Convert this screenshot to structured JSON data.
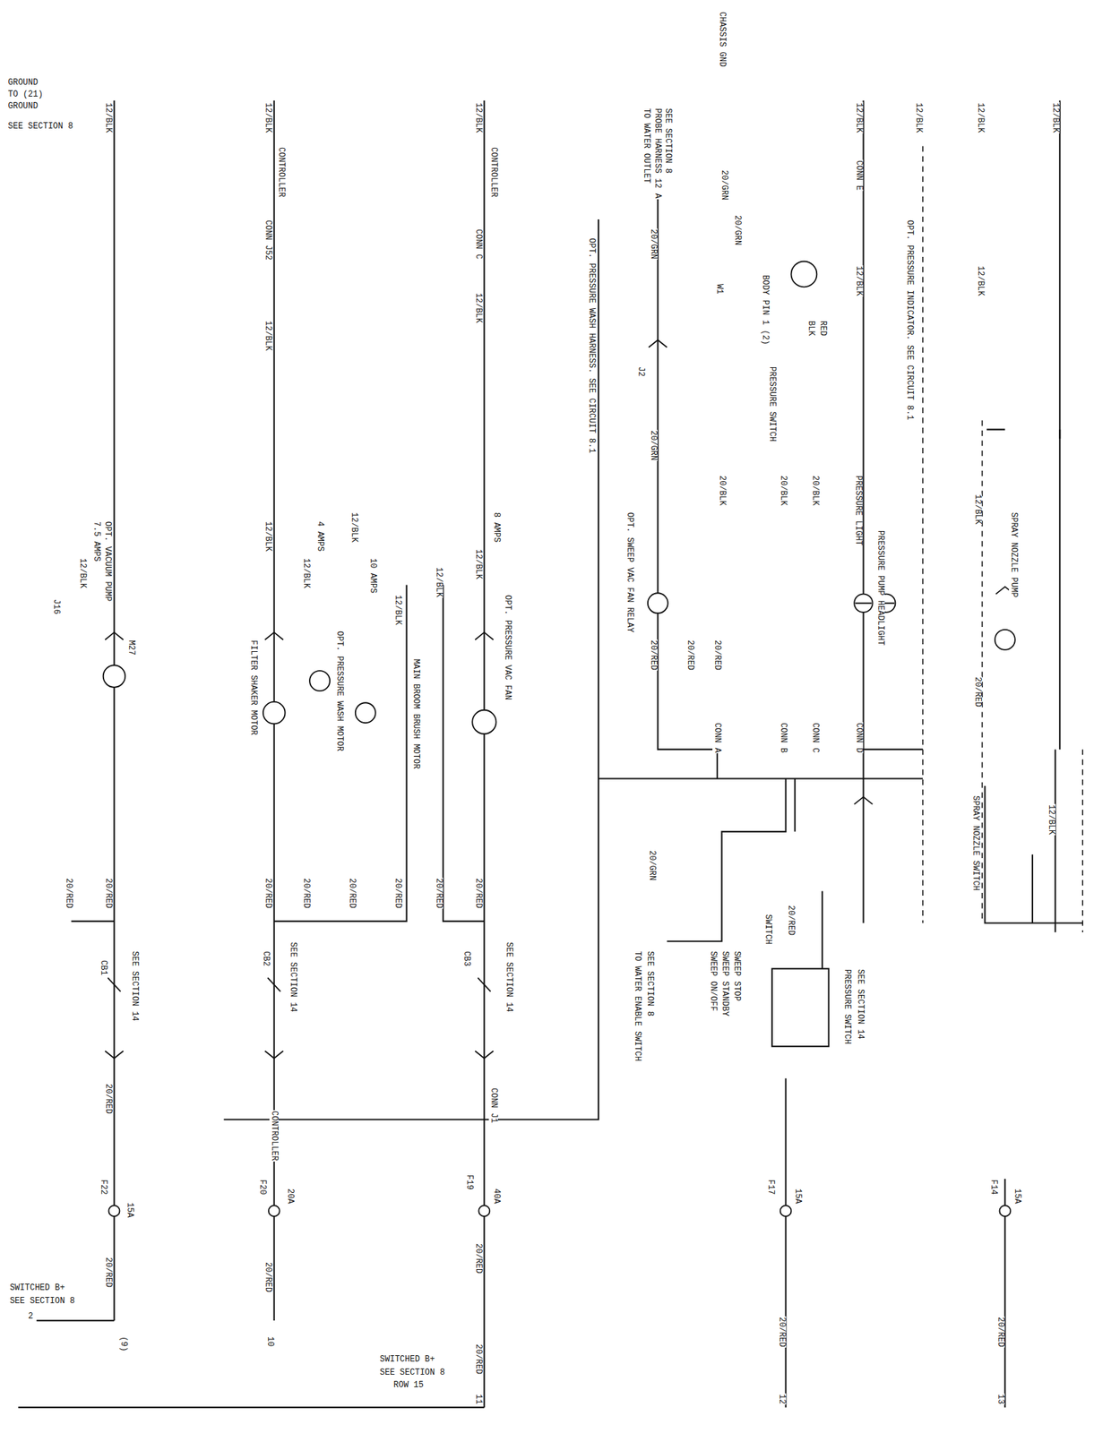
{
  "diagram": {
    "labels": [
      "GROUND",
      "TO (21)",
      "GROUND",
      "SEE SECTION 8",
      "12/BLK",
      "12/BLK",
      "J16",
      "7.5 AMPS",
      "OPT. VACUUM PUMP",
      "M27",
      "20/RED",
      "20/RED",
      "CB1",
      "SEE SECTION 14",
      "20/RED",
      "F22",
      "15A",
      "20/RED",
      "SWITCHED B+",
      "SEE SECTION 8",
      "2",
      "(9)",
      "12/BLK",
      "CONTROLLER",
      "CONN J52",
      "12/BLK",
      "12/BLK",
      "FILTER SHAKER MOTOR",
      "12/BLK",
      "4 AMPS",
      "OPT. PRESSURE WASH MOTOR",
      "12/BLK",
      "10 AMPS",
      "MAIN BROOM BRUSH MOTOR",
      "12/BLK",
      "20/RED",
      "20/RED",
      "20/RED",
      "20/RED",
      "CB2",
      "SEE SECTION 14",
      "CONTROLLER",
      "F20",
      "20A",
      "20/RED",
      "10",
      "12/BLK",
      "CONTROLLER",
      "CONN C",
      "12/BLK",
      "12/BLK",
      "12/BLK",
      "8 AMPS",
      "OPT. PRESSURE VAC FAN",
      "20/RED",
      "20/RED",
      "CB3",
      "SEE SECTION 14",
      "CONN J1",
      "F19",
      "40A",
      "20/RED",
      "SWITCHED B+",
      "SEE SECTION 8",
      "ROW 15",
      "20/RED",
      "11",
      "OPT. PRESSURE WASH HARNESS. SEE CIRCUIT 8.1",
      "TO WATER OUTLET",
      "PROBE HARNESS 12 A",
      "SEE SECTION 8",
      "CHASSIS GND",
      "20/GRN",
      "20/GRN",
      "J2",
      "20/GRN",
      "W1",
      "BODY PIN 1 (2)",
      "OPT. SWEEP VAC FAN RELAY",
      "20/GRN",
      "20/RED",
      "20/RED",
      "20/RED",
      "CONN A",
      "CONN B",
      "CONN C",
      "CONN D",
      "20/BLK",
      "20/BLK",
      "20/BLK",
      "PRESSURE SWITCH",
      "RED",
      "BLK",
      "PRESSURE LIGHT",
      "PRESSURE PUMP HEADLIGHT",
      "OPT. PRESSURE INDICATOR. SEE CIRCUIT 8.1",
      "12/BLK",
      "12/BLK",
      "CONN E",
      "12/BLK",
      "TO WATER ENABLE SWITCH",
      "SEE SECTION 8",
      "20/GRN",
      "SWEEP ON/OFF",
      "SWEEP STANDBY",
      "SWEEP STOP",
      "SWITCH",
      "PRESSURE SWITCH",
      "SEE SECTION 14",
      "20/RED",
      "F17",
      "15A",
      "20/RED",
      "12",
      "12/BLK",
      "12/BLK",
      "12/BLK",
      "12/BLK",
      "SPRAY NOZZLE PUMP",
      "SPRAY NOZZLE SWITCH",
      "20/RED",
      "12/BLK",
      "F14",
      "15A",
      "20/RED",
      "13"
    ]
  }
}
